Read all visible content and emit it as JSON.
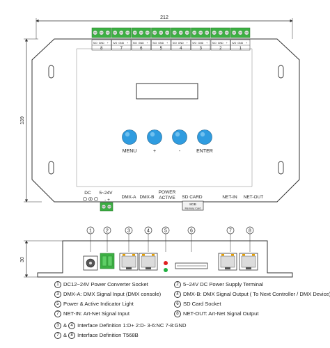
{
  "dimensions": {
    "width": "212",
    "height_top": "139",
    "height_side": "30"
  },
  "terminal_labels": [
    "S/O",
    "GND",
    "+"
  ],
  "channels": [
    "8",
    "7",
    "6",
    "5",
    "4",
    "3",
    "2",
    "1"
  ],
  "buttons": [
    "MENU",
    "+",
    "-",
    "ENTER"
  ],
  "bottom_labels": {
    "dc": "DC",
    "voltage": "5~24V",
    "polarity": "-   +",
    "dmx_a": "DMX-A",
    "dmx_b": "DMX-B",
    "power_active": [
      "POWER",
      "ACTIVE"
    ],
    "sd_card": "SD CARD",
    "sd_slot": [
      "8GB",
      "Memory Card"
    ],
    "net_in": "NET-IN",
    "net_out": "NET-OUT"
  },
  "side_markers": [
    "1",
    "2",
    "3",
    "4",
    "5",
    "6",
    "7",
    "8"
  ],
  "legend": {
    "left": [
      {
        "num": "1",
        "text": "DC12~24V Power Converter Socket"
      },
      {
        "num": "3",
        "text": "DMX-A: DMX Signal Input (DMX console)"
      },
      {
        "num": "5",
        "text": "Power & Active Indicator Light"
      },
      {
        "num": "7",
        "text": "NET-IN: Art-Net Signal Input"
      }
    ],
    "right": [
      {
        "num": "2",
        "text": "5~24V DC Power Supply Terminal"
      },
      {
        "num": "4",
        "text": "DMX-B: DMX Signal Output ( To Next Controller / DMX Device)"
      },
      {
        "num": "6",
        "text": "SD Card Socket"
      },
      {
        "num": "8",
        "text": "NET-OUT: Art-Net Signal Output"
      }
    ],
    "interface": [
      {
        "a": "3",
        "b": "4",
        "text": "Interface Definition  1:D+  2:D-  3-6:NC  7-8:GND"
      },
      {
        "a": "7",
        "b": "8",
        "text": "Interface Definition  T568B"
      }
    ]
  },
  "colors": {
    "outline": "#333333",
    "button_blue": "#2f9ce0",
    "terminal_green": "#3cb043",
    "rj45_orange": "#e8a000",
    "led_red": "#e02020",
    "led_green": "#20b040"
  }
}
